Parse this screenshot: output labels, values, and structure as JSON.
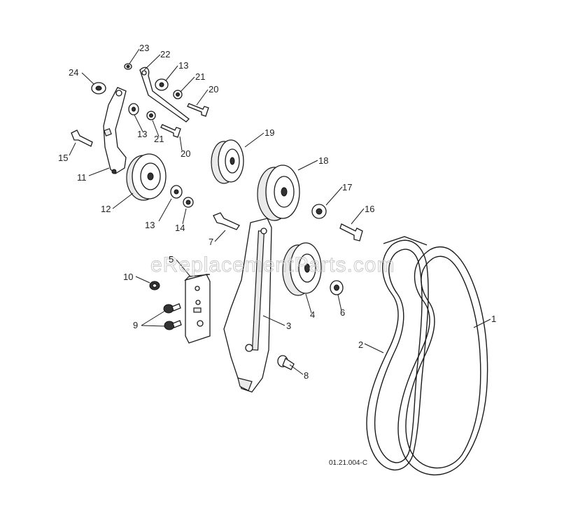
{
  "watermark": "eReplacementParts.com",
  "drawing_code": "01.21.004-C",
  "callouts": [
    {
      "id": "c23",
      "text": "23"
    },
    {
      "id": "c22",
      "text": "22"
    },
    {
      "id": "c24",
      "text": "24"
    },
    {
      "id": "c13a",
      "text": "13"
    },
    {
      "id": "c21a",
      "text": "21"
    },
    {
      "id": "c20a",
      "text": "20"
    },
    {
      "id": "c13b",
      "text": "13"
    },
    {
      "id": "c21b",
      "text": "21"
    },
    {
      "id": "c20b",
      "text": "20"
    },
    {
      "id": "c15",
      "text": "15"
    },
    {
      "id": "c11",
      "text": "11"
    },
    {
      "id": "c19",
      "text": "19"
    },
    {
      "id": "c18",
      "text": "18"
    },
    {
      "id": "c17",
      "text": "17"
    },
    {
      "id": "c16",
      "text": "16"
    },
    {
      "id": "c12",
      "text": "12"
    },
    {
      "id": "c13c",
      "text": "13"
    },
    {
      "id": "c14",
      "text": "14"
    },
    {
      "id": "c7",
      "text": "7"
    },
    {
      "id": "c5",
      "text": "5"
    },
    {
      "id": "c10",
      "text": "10"
    },
    {
      "id": "c9",
      "text": "9"
    },
    {
      "id": "c3",
      "text": "3"
    },
    {
      "id": "c4",
      "text": "4"
    },
    {
      "id": "c6",
      "text": "6"
    },
    {
      "id": "c8",
      "text": "8"
    },
    {
      "id": "c2",
      "text": "2"
    },
    {
      "id": "c1",
      "text": "1"
    }
  ]
}
